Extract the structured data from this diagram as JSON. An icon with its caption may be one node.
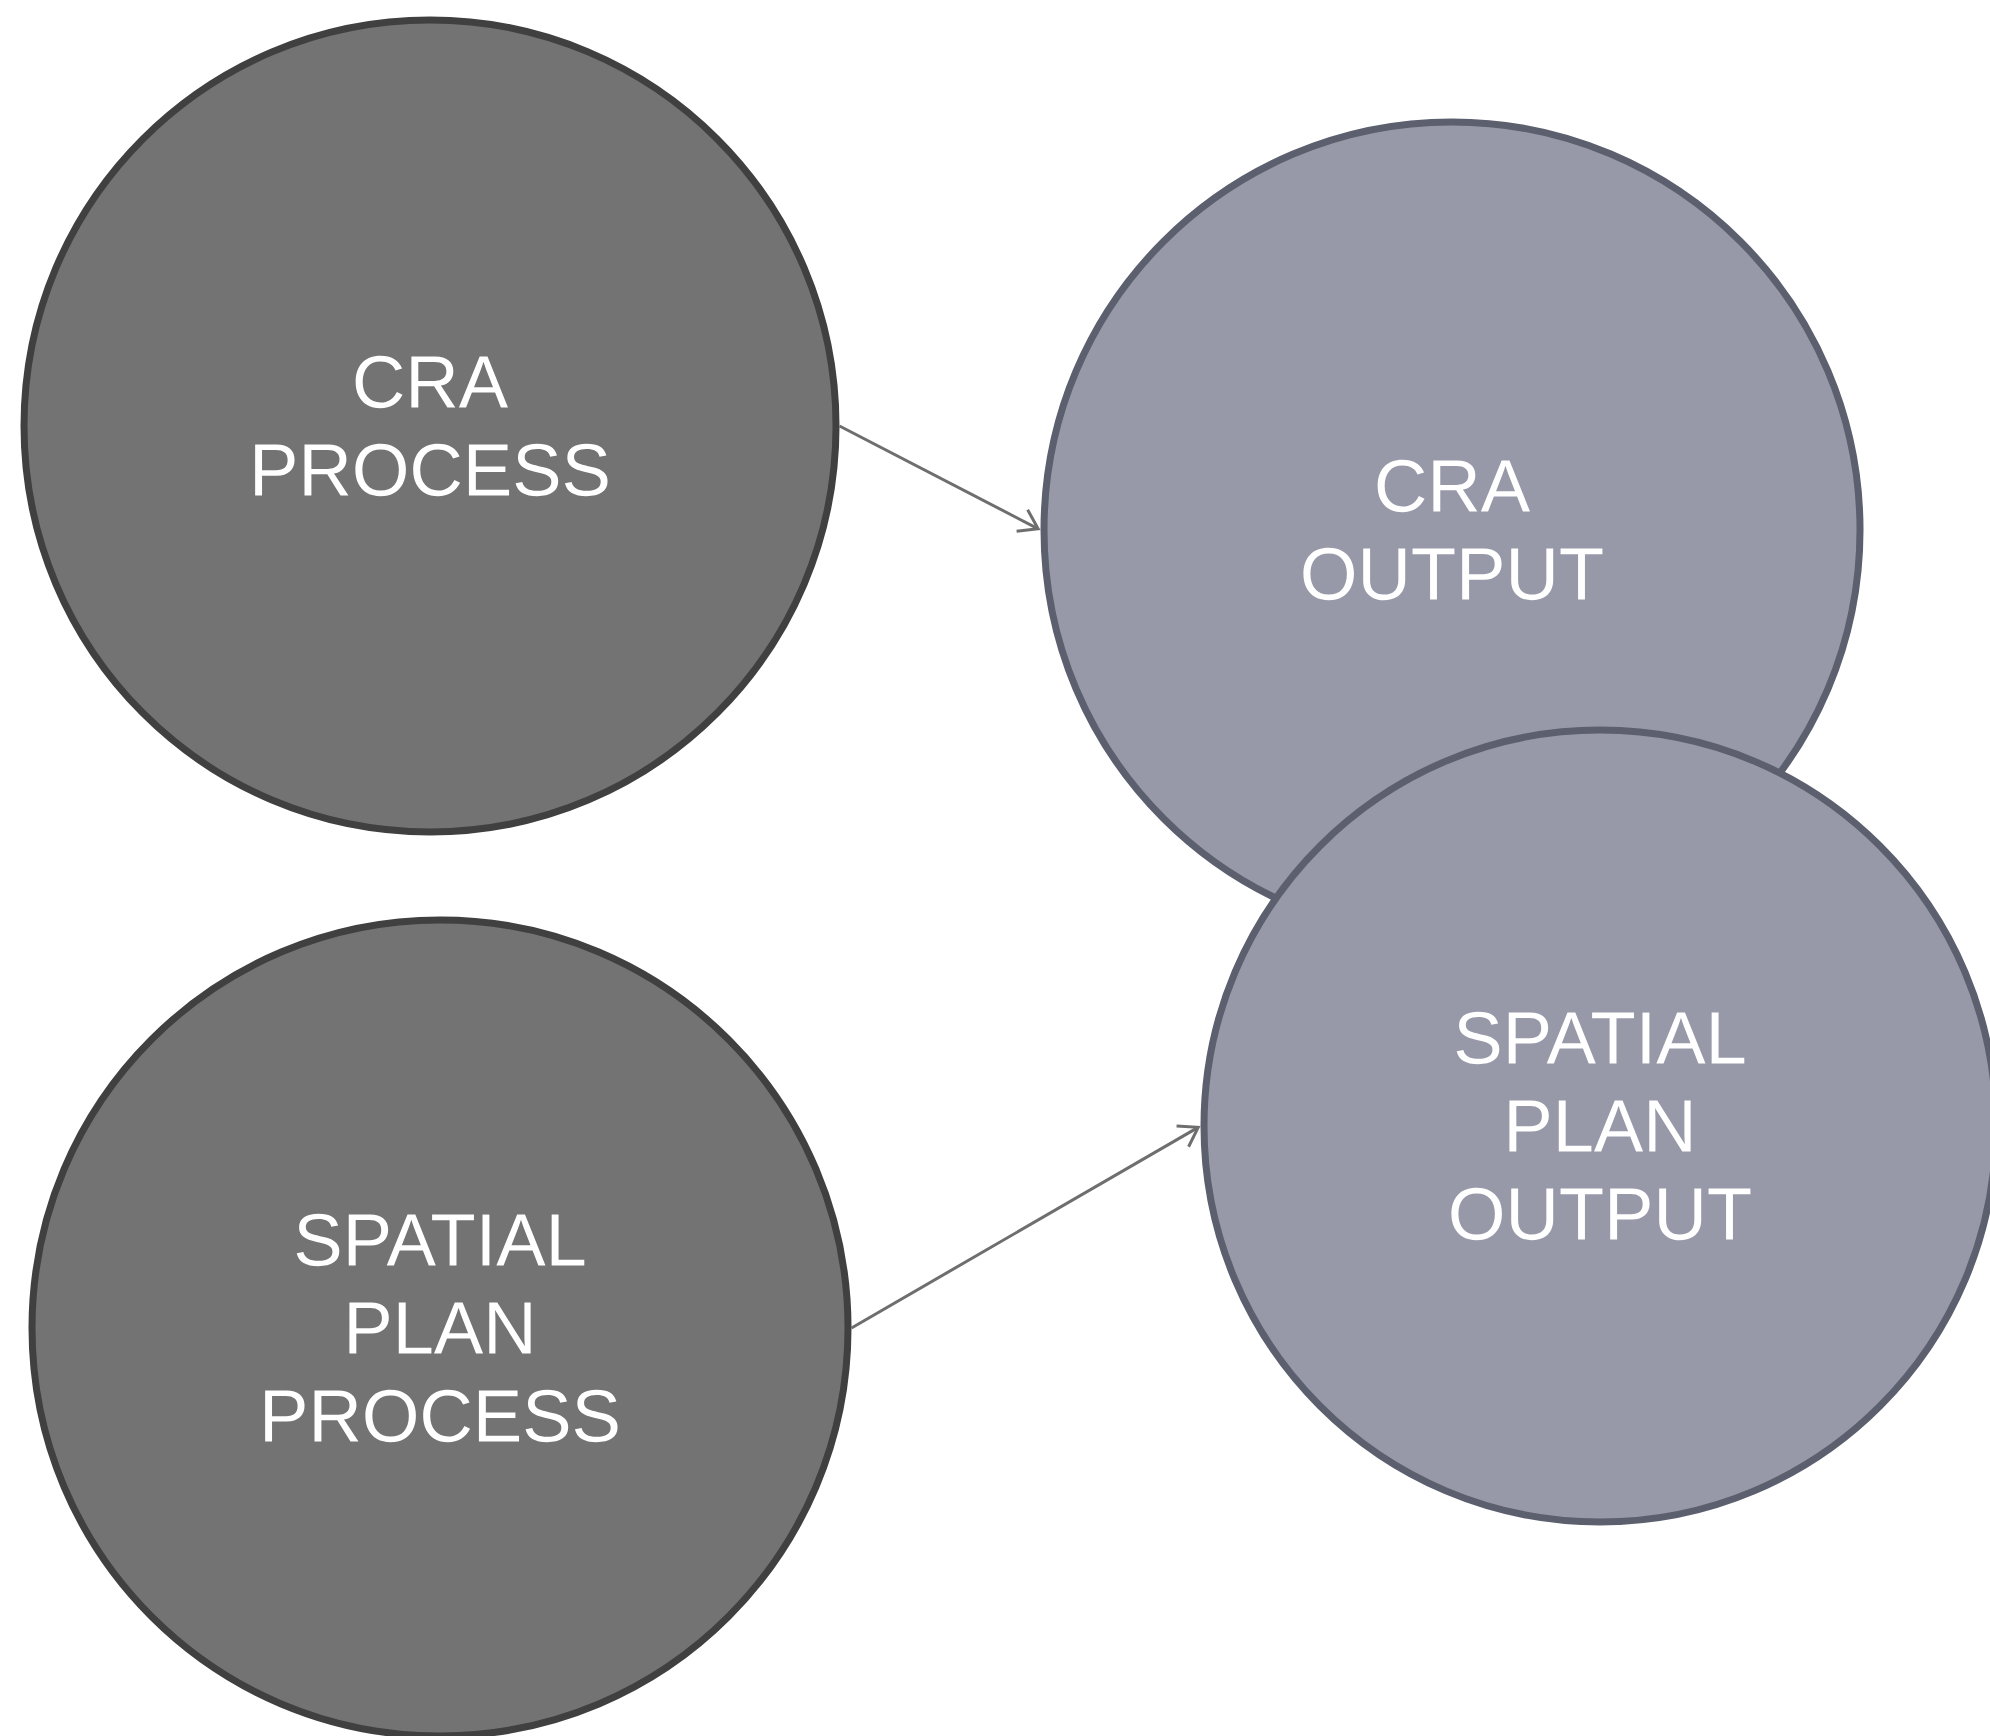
{
  "diagram": {
    "nodes": [
      {
        "text": [
          "CRA PROCESS"
        ]
      },
      {
        "text": [
          "CRA OUTPUT"
        ]
      },
      {
        "text": [
          "SPATIAL PLAN PROCESS"
        ]
      },
      {
        "text": [
          "SPATIAL PLAN OUTPUT"
        ]
      }
    ],
    "edges": [
      {
        "from": 0,
        "to": 1,
        "arrow": "to"
      },
      {
        "from": 2,
        "to": 3,
        "arrow": "to"
      }
    ]
  }
}
